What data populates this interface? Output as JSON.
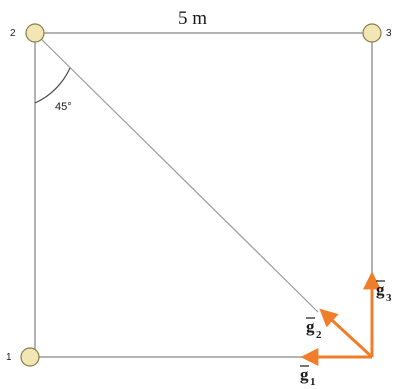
{
  "diagram": {
    "dimension_label": "5 m",
    "angle_label": "45°",
    "nodes": [
      {
        "id": "1",
        "label": "1"
      },
      {
        "id": "2",
        "label": "2"
      },
      {
        "id": "3",
        "label": "3"
      }
    ],
    "vectors": [
      {
        "id": "g1",
        "letter": "g",
        "subscript": "1"
      },
      {
        "id": "g2",
        "letter": "g",
        "subscript": "2"
      },
      {
        "id": "g3",
        "letter": "g",
        "subscript": "3"
      }
    ],
    "colors": {
      "frame": "#9a9a9a",
      "node_fill": "#f2e6b4",
      "node_stroke": "#8a7b4a",
      "vector": "#f07d2a",
      "text": "#1a1a1a"
    }
  }
}
